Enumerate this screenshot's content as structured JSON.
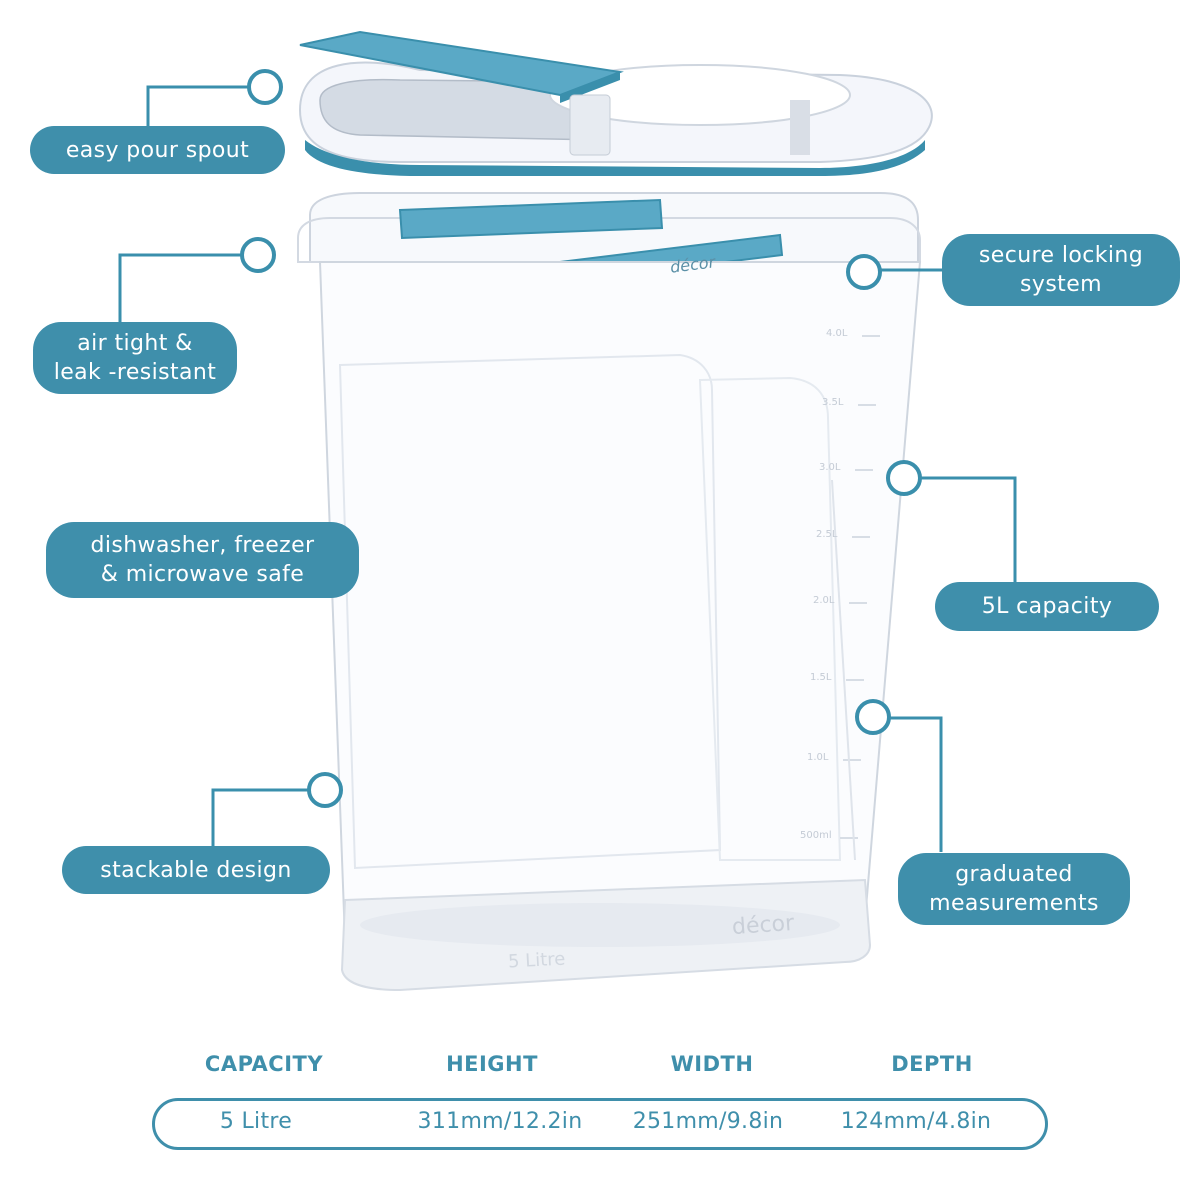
{
  "colors": {
    "accent": "#3f8fab",
    "accent_light": "#5aa9c6",
    "background": "#ffffff"
  },
  "callouts": {
    "pour_spout": "easy pour spout",
    "air_tight": "air tight &\nleak -resistant",
    "dishwasher_safe": "dishwasher, freezer\n& microwave safe",
    "stackable": "stackable design",
    "locking": "secure locking\nsystem",
    "capacity": "5L capacity",
    "graduated": "graduated\nmeasurements"
  },
  "container": {
    "brand": "décor",
    "base_label": "5 Litre",
    "scale_marks": [
      "4.0L",
      "3.5L",
      "3.0L",
      "2.5L",
      "2.0L",
      "1.5L",
      "1.0L",
      "500ml"
    ]
  },
  "specs": {
    "headers": [
      "CAPACITY",
      "HEIGHT",
      "WIDTH",
      "DEPTH"
    ],
    "values": [
      "5 Litre",
      "311mm/12.2in",
      "251mm/9.8in",
      "124mm/4.8in"
    ]
  }
}
